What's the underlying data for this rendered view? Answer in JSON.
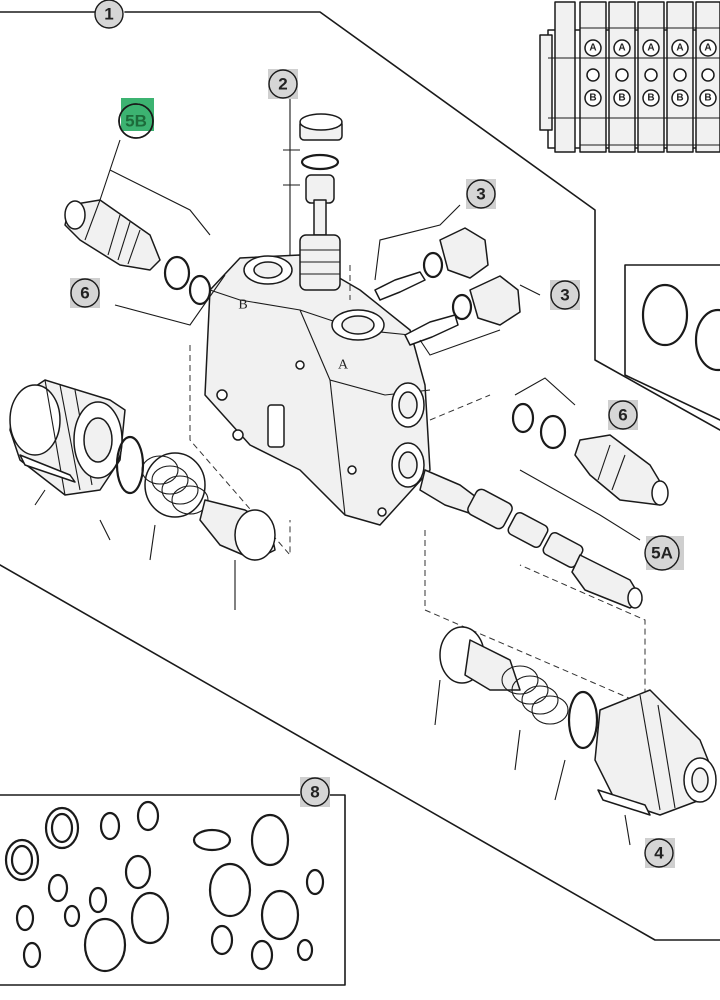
{
  "callouts": {
    "c1": "1",
    "c2": "2",
    "c3a": "3",
    "c3b": "3",
    "c4": "4",
    "c5a": "5A",
    "c5b": "5B",
    "c6a": "6",
    "c6b": "6",
    "c8": "8"
  },
  "body_ports": {
    "port_a": "A",
    "port_b": "B"
  },
  "inset_ports": {
    "a_labels": [
      "A",
      "A",
      "A",
      "A",
      "A"
    ],
    "b_labels": [
      "B",
      "B",
      "B",
      "B",
      "B"
    ]
  },
  "colors": {
    "highlight": "#3cb371",
    "callout_fill": "#d6d6d6",
    "line": "#1a1a1a"
  }
}
